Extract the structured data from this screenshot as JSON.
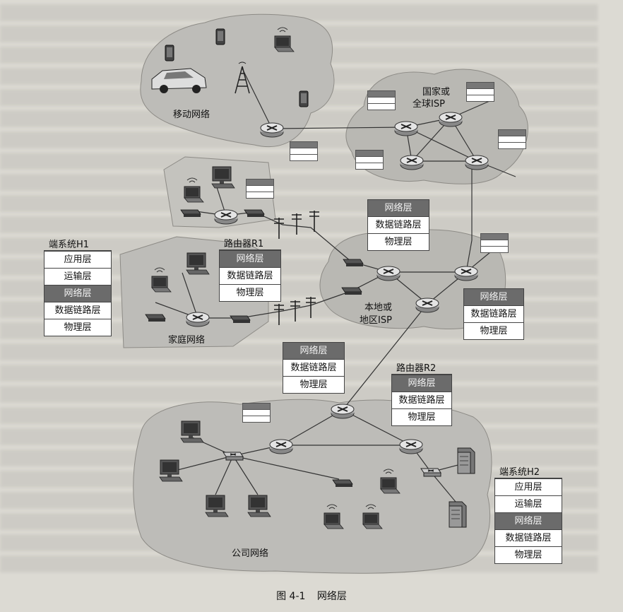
{
  "networks": {
    "mobile": "移动网络",
    "global_isp_line1": "国家或",
    "global_isp_line2": "全球ISP",
    "home": "家庭网络",
    "local_isp_line1": "本地或",
    "local_isp_line2": "地区ISP",
    "company": "公司网络"
  },
  "stacks": {
    "h1": {
      "title": "端系统H1",
      "layers": [
        "应用层",
        "运输层",
        "网络层",
        "数据链路层",
        "物理层"
      ]
    },
    "r1": {
      "title": "路由器R1",
      "layers": [
        "网络层",
        "数据链路层",
        "物理层"
      ]
    },
    "isp_router": {
      "layers": [
        "网络层",
        "数据链路层",
        "物理层"
      ]
    },
    "local_router": {
      "layers": [
        "网络层",
        "数据链路层",
        "物理层"
      ]
    },
    "mid_router": {
      "layers": [
        "网络层",
        "数据链路层",
        "物理层"
      ]
    },
    "r2": {
      "title": "路由器R2",
      "layers": [
        "网络层",
        "数据链路层",
        "物理层"
      ]
    },
    "h2": {
      "title": "端系统H2",
      "layers": [
        "应用层",
        "运输层",
        "网络层",
        "数据链路层",
        "物理层"
      ]
    }
  },
  "caption": {
    "figure": "图 4-1",
    "title": "网络层"
  },
  "colors": {
    "cloud": "#bcbcbc",
    "network_layer": "#6b6b6b",
    "router": "#e4e4e4"
  }
}
